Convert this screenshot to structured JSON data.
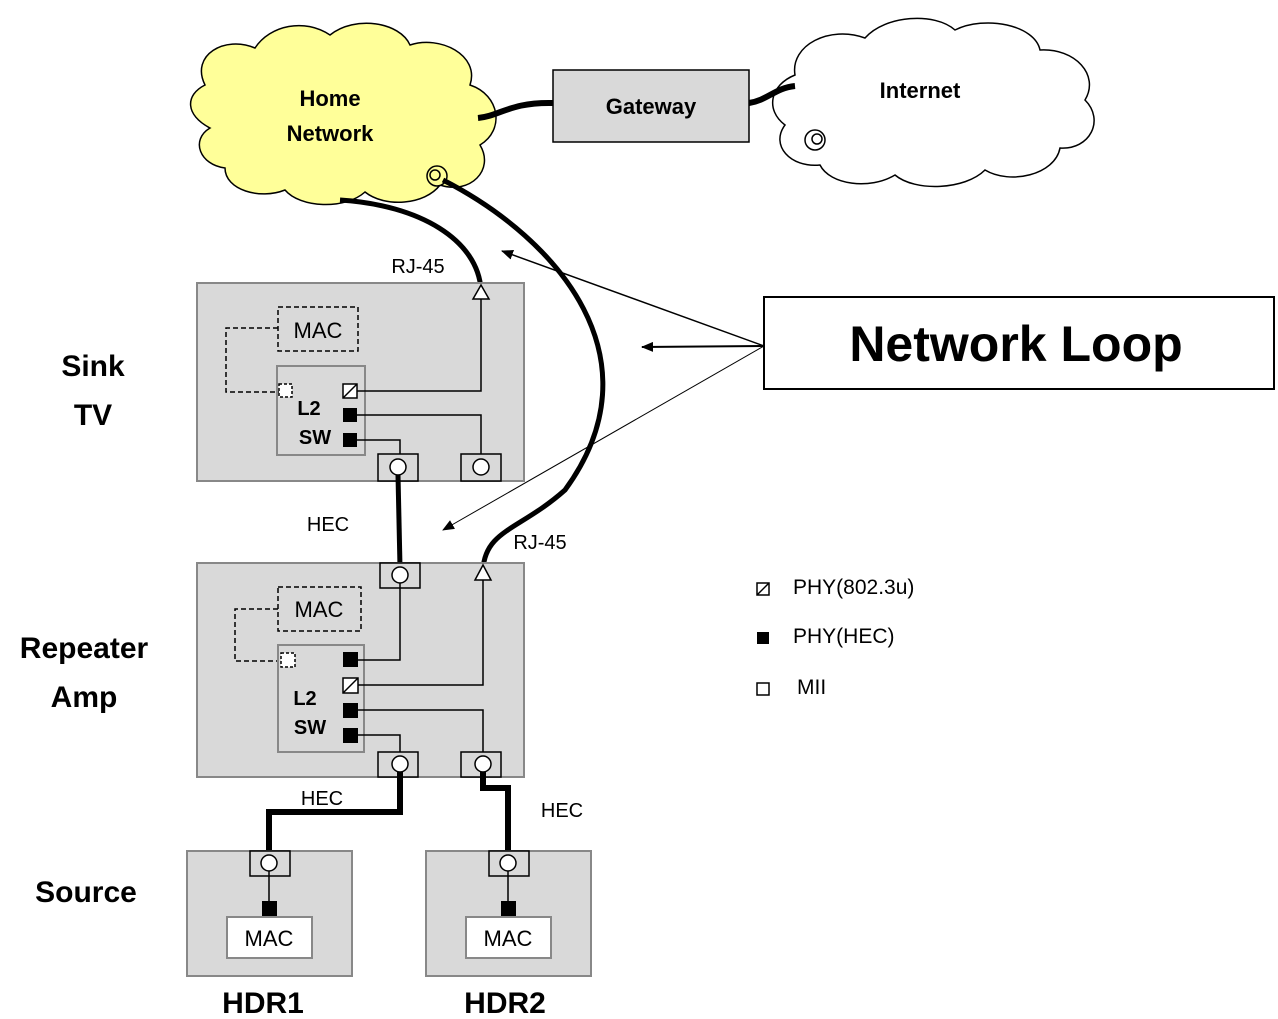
{
  "clouds": {
    "home_network": [
      "Home",
      "Network"
    ],
    "internet": "Internet"
  },
  "gateway": "Gateway",
  "network_loop": "Network Loop",
  "port_labels": {
    "rj45_top": "RJ-45",
    "rj45_mid": "RJ-45",
    "hec_sink_repeater": "HEC",
    "hec_left": "HEC",
    "hec_right": "HEC"
  },
  "devices": {
    "sink": {
      "side_label": [
        "Sink",
        "TV"
      ],
      "mac": "MAC",
      "switch": [
        "L2",
        "SW"
      ]
    },
    "repeater": {
      "side_label": [
        "Repeater",
        "Amp"
      ],
      "mac": "MAC",
      "switch": [
        "L2",
        "SW"
      ]
    },
    "source": {
      "side_label": "Source"
    },
    "hdr1": {
      "name": "HDR1",
      "mac": "MAC"
    },
    "hdr2": {
      "name": "HDR2",
      "mac": "MAC"
    }
  },
  "legend": [
    {
      "icon": "hatched-square",
      "label": "PHY(802.3u)"
    },
    {
      "icon": "filled-square",
      "label": "PHY(HEC)"
    },
    {
      "icon": "open-square",
      "label": "MII"
    }
  ],
  "colors": {
    "device_fill": "#d9d9d9",
    "cloud_yellow": "#ffff99",
    "outline": "#000000"
  }
}
